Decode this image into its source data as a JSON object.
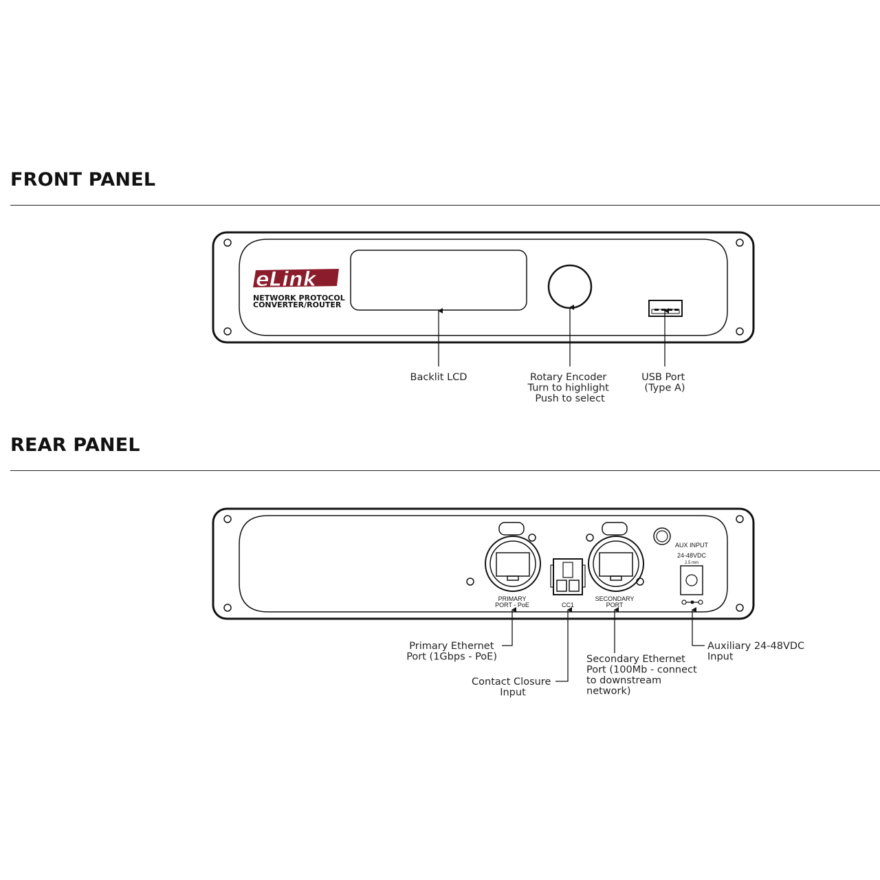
{
  "front": {
    "title": "FRONT PANEL",
    "brand_logo": "eLink",
    "brand_sub1": "NETWORK PROTOCOL",
    "brand_sub2": "CONVERTER/ROUTER",
    "callouts": {
      "lcd": [
        "Backlit LCD"
      ],
      "encoder": [
        "Rotary Encoder",
        "Turn to highlight",
        "Push to select"
      ],
      "usb": [
        "USB Port",
        "(Type A)"
      ]
    }
  },
  "rear": {
    "title": "REAR PANEL",
    "labels": {
      "primary_1": "PRIMARY",
      "primary_2": "PORT - PoE",
      "cc": "CC1",
      "secondary_1": "SECONDARY",
      "secondary_2": "PORT",
      "aux_1": "AUX INPUT",
      "aux_2": "24-48VDC",
      "aux_3": "2.5 mm"
    },
    "callouts": {
      "primary": [
        "Primary Ethernet",
        "Port (1Gbps - PoE)"
      ],
      "contact": [
        "Contact Closure",
        "Input"
      ],
      "secondary": [
        "Secondary Ethernet",
        "Port (100Mb - connect",
        "to downstream",
        "network)"
      ],
      "aux": [
        "Auxiliary 24-48VDC",
        "Input"
      ]
    }
  },
  "colors": {
    "logo": "#8b1c2c",
    "ink": "#111111"
  }
}
